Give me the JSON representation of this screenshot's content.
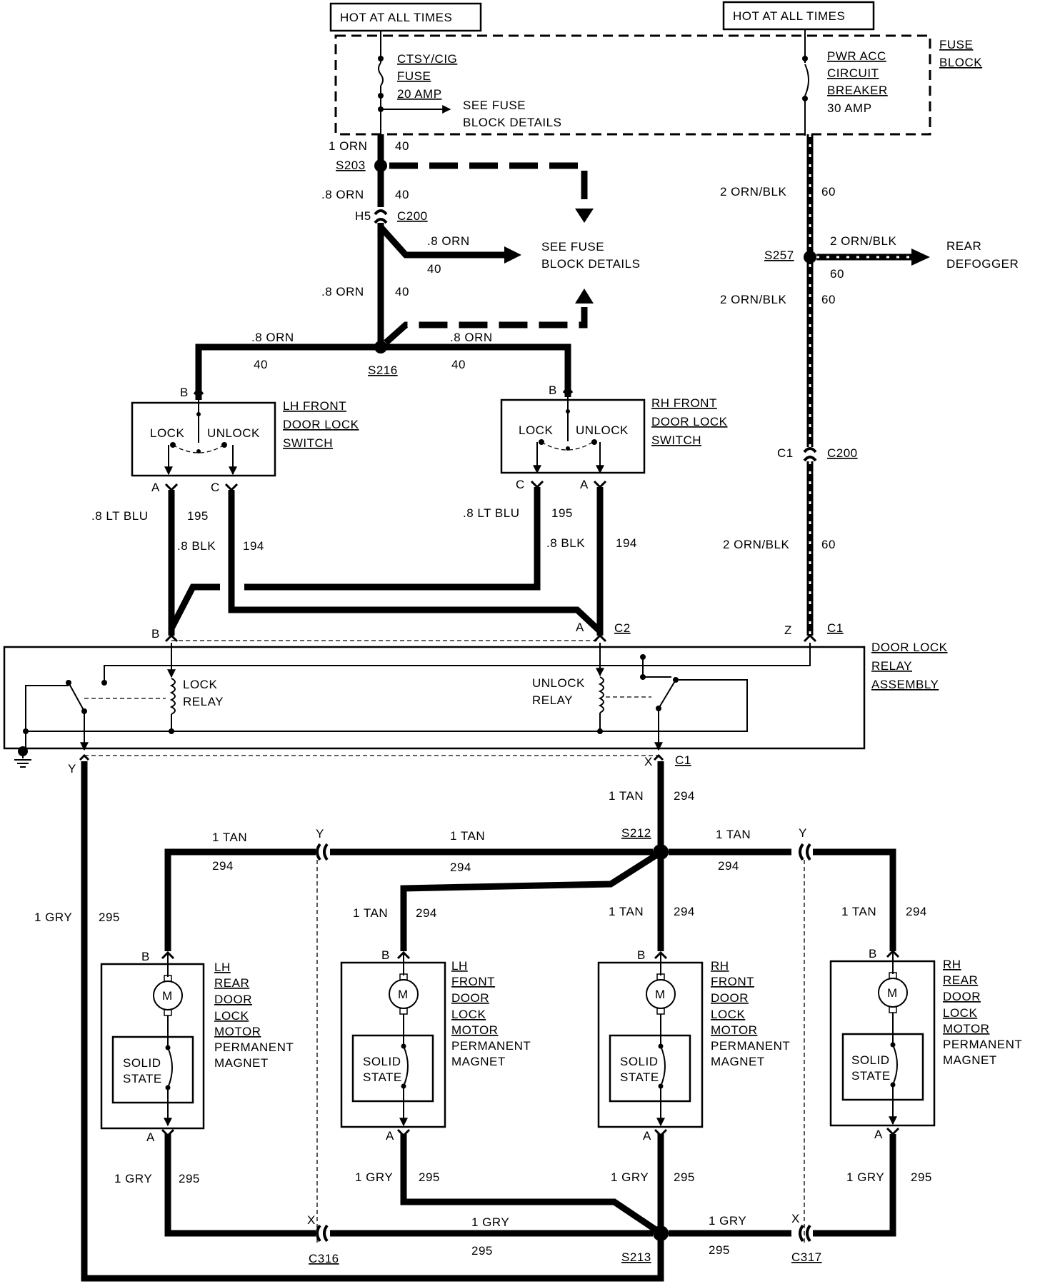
{
  "power": {
    "hot_left": "HOT AT ALL TIMES",
    "hot_right": "HOT AT ALL TIMES",
    "fuse_block": [
      "FUSE",
      "BLOCK"
    ],
    "fuse_left": [
      "CTSY/CIG",
      "FUSE",
      "20 AMP"
    ],
    "see_fuse_top": [
      "SEE FUSE",
      "BLOCK DETAILS"
    ],
    "breaker": [
      "PWR ACC",
      "CIRCUIT",
      "BREAKER",
      "30 AMP"
    ]
  },
  "wires": {
    "orn1": "1 ORN",
    "w40": "40",
    "orn08": ".8 ORN",
    "s203": "S203",
    "h5": "H5",
    "c200": "C200",
    "see_fuse_mid": [
      "SEE FUSE",
      "BLOCK DETAILS"
    ],
    "s216": "S216",
    "ornblk2": "2 ORN/BLK",
    "w60": "60",
    "s257": "S257",
    "rear_defogger": [
      "REAR",
      "DEFOGGER"
    ],
    "c1": "C1",
    "ltblu": ".8 LT BLU",
    "w195": "195",
    "blk08": ".8 BLK",
    "w194": "194",
    "c2": "C2",
    "z": "Z",
    "tan1": "1 TAN",
    "w294": "294",
    "gry1": "1 GRY",
    "w295": "295",
    "s212": "S212",
    "s213": "S213",
    "c316": "C316",
    "c317": "C317",
    "x": "X",
    "y": "Y"
  },
  "pins": {
    "a": "A",
    "b": "B",
    "c": "C"
  },
  "switches": {
    "lh": [
      "LH FRONT",
      "DOOR LOCK",
      "SWITCH"
    ],
    "rh": [
      "RH FRONT",
      "DOOR LOCK",
      "SWITCH"
    ],
    "lock": "LOCK",
    "unlock": "UNLOCK"
  },
  "relay": {
    "assembly": [
      "DOOR LOCK",
      "RELAY",
      "ASSEMBLY"
    ],
    "lock_relay": [
      "LOCK",
      "RELAY"
    ],
    "unlock_relay": [
      "UNLOCK",
      "RELAY"
    ]
  },
  "motors": {
    "m": "M",
    "solid_state": [
      "SOLID",
      "STATE"
    ],
    "lh_rear": [
      "LH",
      "REAR",
      "DOOR",
      "LOCK",
      "MOTOR",
      "PERMANENT",
      "MAGNET"
    ],
    "lh_front": [
      "LH",
      "FRONT",
      "DOOR",
      "LOCK",
      "MOTOR",
      "PERMANENT",
      "MAGNET"
    ],
    "rh_front": [
      "RH",
      "FRONT",
      "DOOR",
      "LOCK",
      "MOTOR",
      "PERMANENT",
      "MAGNET"
    ],
    "rh_rear": [
      "RH",
      "REAR",
      "DOOR",
      "LOCK",
      "MOTOR",
      "PERMANENT",
      "MAGNET"
    ]
  }
}
